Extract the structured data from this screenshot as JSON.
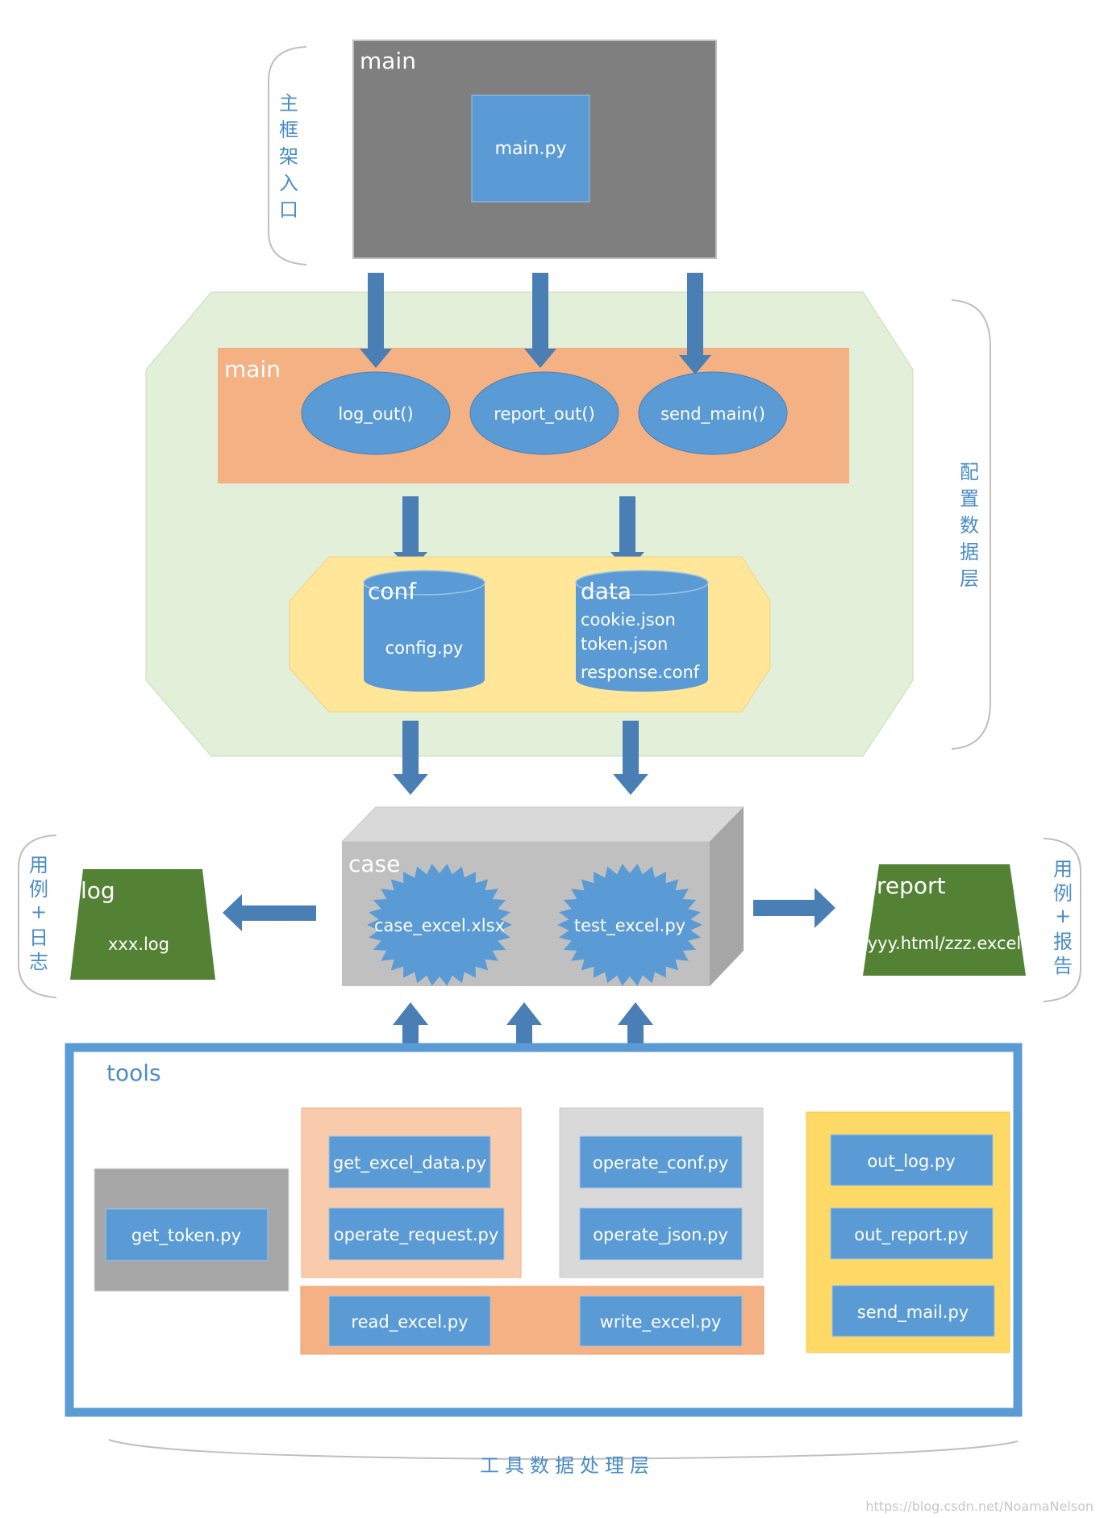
{
  "colors": {
    "main_block": "#7f7f7f",
    "blue_box": "#5b9bd5",
    "arrow": "#4a7fb5",
    "config_layer": "#e2efd9",
    "orange": "#f4b183",
    "yellow_layer": "#ffe699",
    "case_box": "#c0c0c0",
    "green_doc": "#548235",
    "tools_border": "#5b9bd5",
    "tools_title": "#4a8cc9",
    "light_orange": "#f8cbad",
    "light_gray": "#d9d9d9",
    "yellow_panel": "#ffd966",
    "gray_panel": "#a6a6a6",
    "bracket": "#bfbfbf"
  },
  "layers": {
    "entry": {
      "title": "main",
      "file": "main.py",
      "side_label": [
        "主",
        "框",
        "架",
        "入",
        "口"
      ]
    },
    "config": {
      "side_label": [
        "配",
        "置",
        "数",
        "据",
        "层"
      ],
      "main_title": "main",
      "functions": [
        "log_out()",
        "report_out()",
        "send_main()"
      ],
      "conf": {
        "title": "conf",
        "items": [
          "config.py"
        ]
      },
      "data": {
        "title": "data",
        "items": [
          "cookie.json",
          "token.json",
          "response.conf"
        ]
      }
    },
    "case": {
      "title": "case",
      "items": [
        "case_excel.xlsx",
        "test_excel.py"
      ],
      "log": {
        "title": "log",
        "file": "xxx.log",
        "side_label": [
          "用",
          "例",
          "+",
          "日",
          "志"
        ]
      },
      "report": {
        "title": "report",
        "file": "yyy.html/zzz.excel",
        "side_label": [
          "用",
          "例",
          "+",
          "报",
          "告"
        ]
      }
    },
    "tools": {
      "title": "tools",
      "get_token": "get_token.py",
      "excel_group": [
        "get_excel_data.py",
        "operate_request.py"
      ],
      "operate_group": [
        "operate_conf.py",
        "operate_json.py"
      ],
      "rw_group": [
        "read_excel.py",
        "write_excel.py"
      ],
      "output_group": [
        "out_log.py",
        "out_report.py",
        "send_mail.py"
      ],
      "bottom_label": [
        "工",
        "具",
        "数",
        "据",
        "处",
        "理",
        "层"
      ]
    }
  },
  "watermark": "https://blog.csdn.net/NoamaNelson"
}
